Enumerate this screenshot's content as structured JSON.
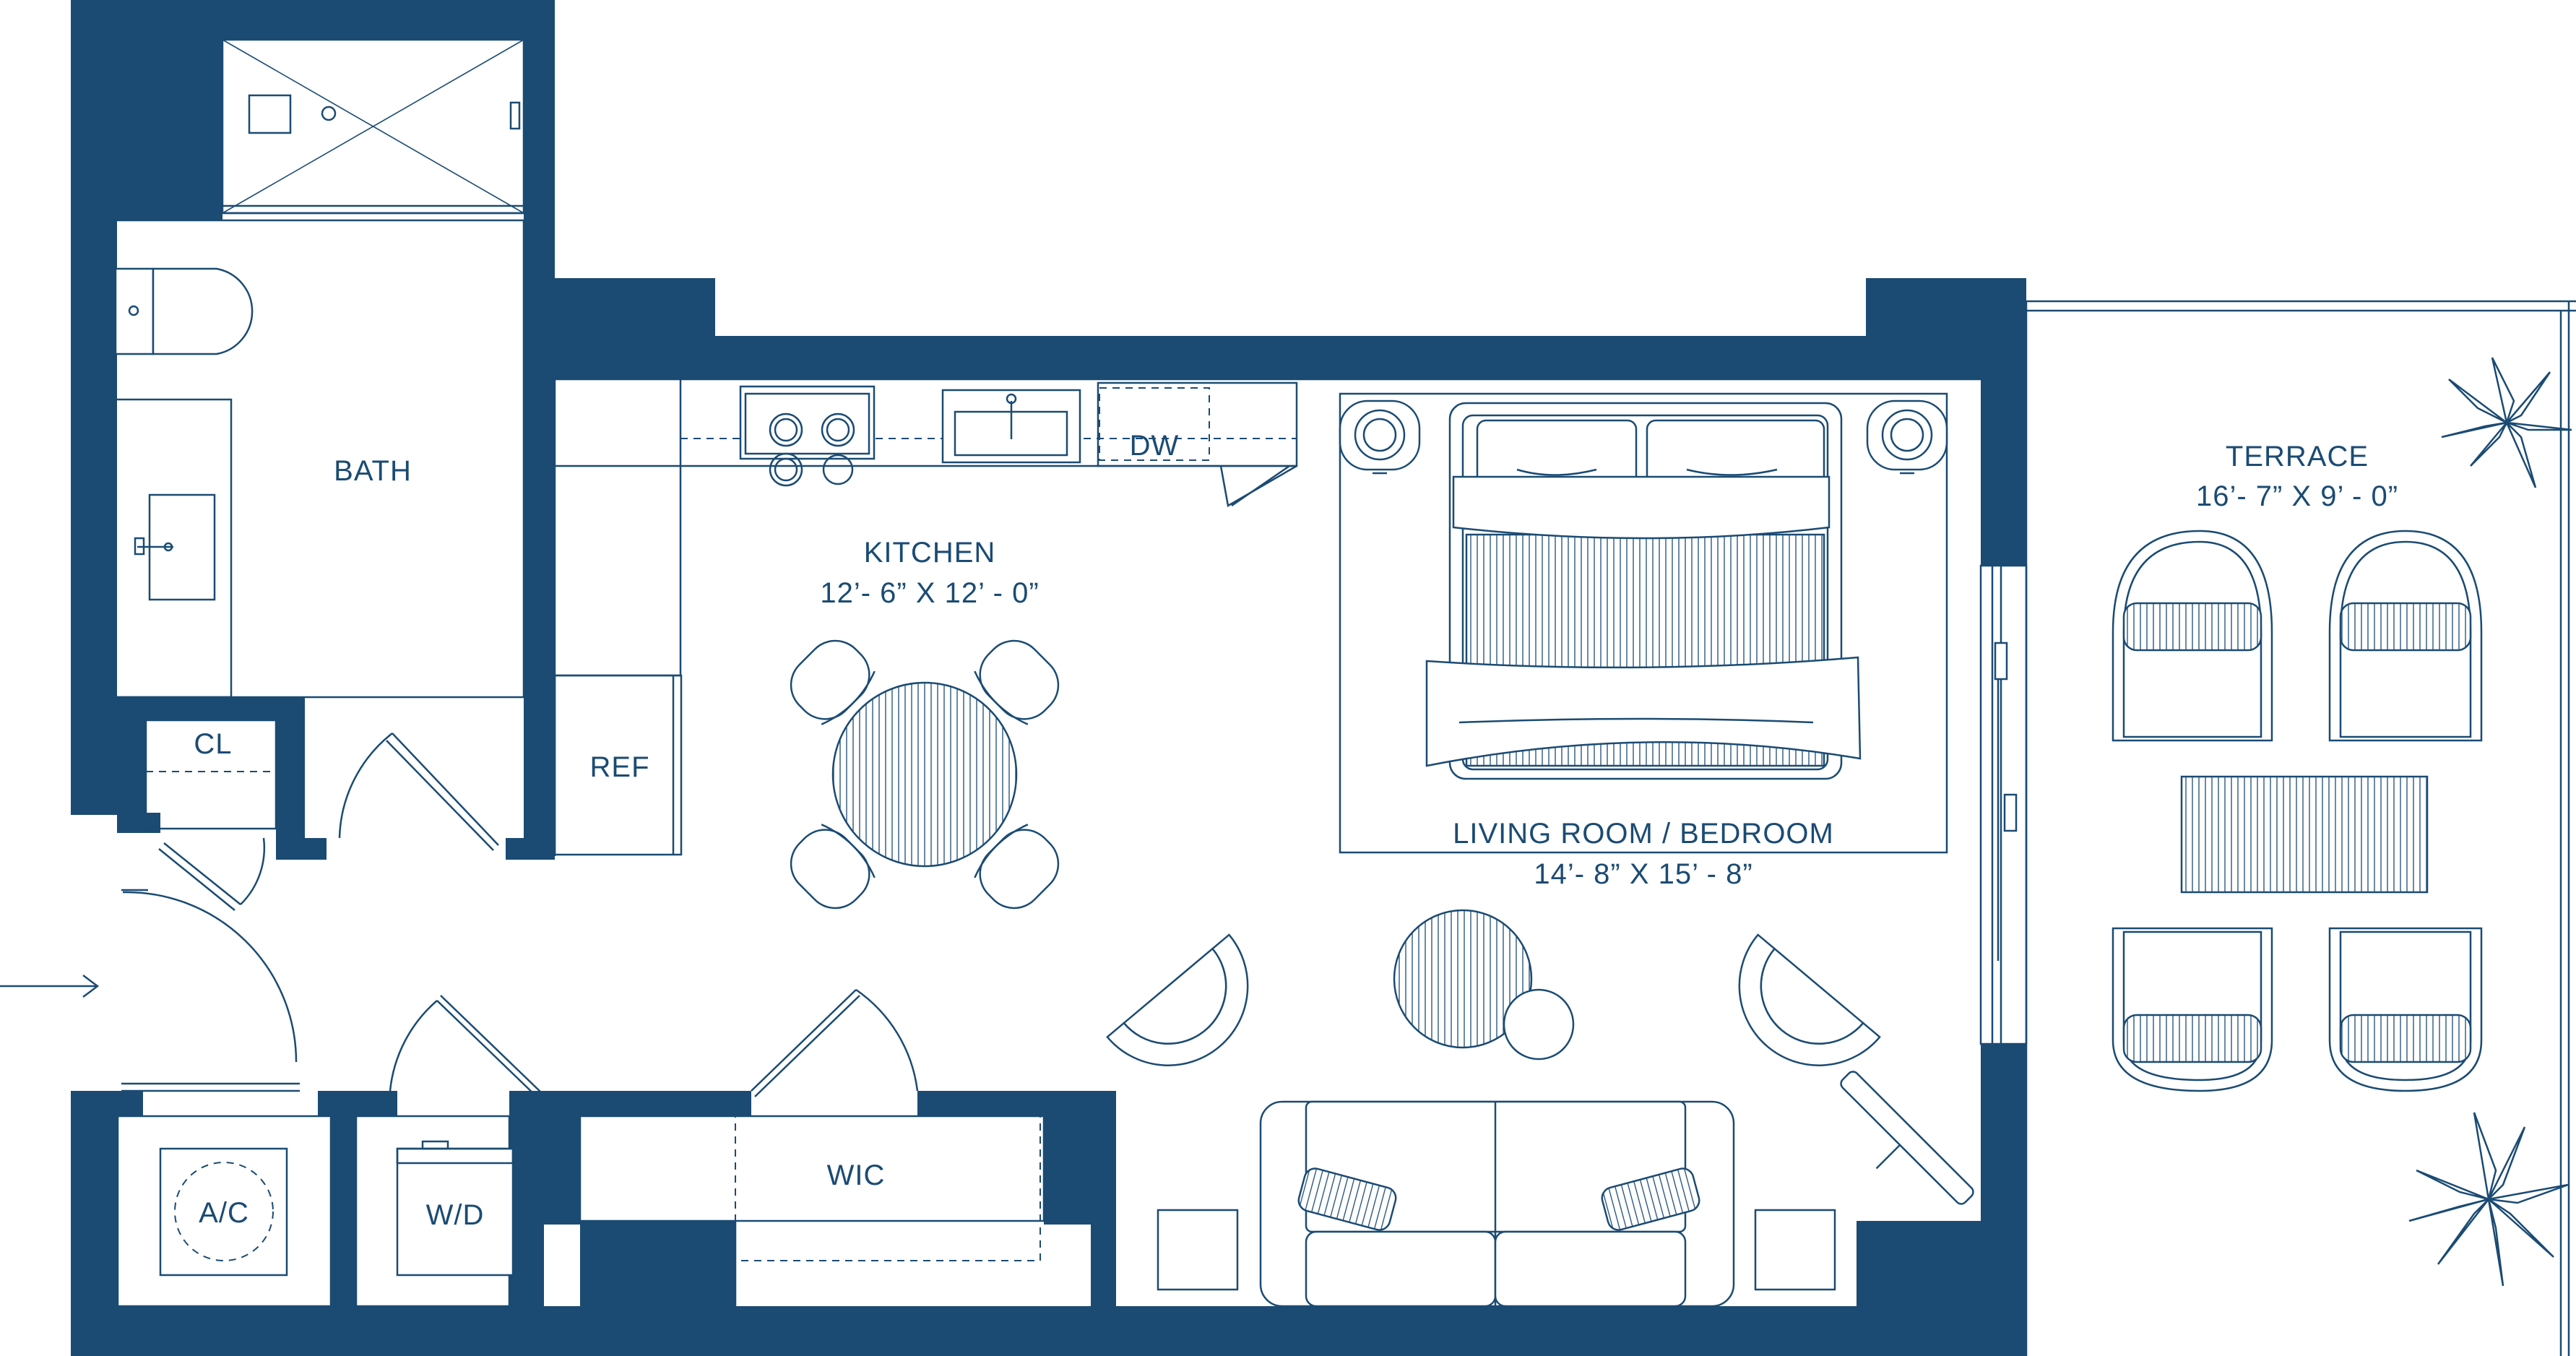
{
  "rooms": {
    "bath": {
      "name": "BATH"
    },
    "kitchen": {
      "name": "KITCHEN",
      "dims": "12’- 6” X 12’ - 0”"
    },
    "living": {
      "name": "LIVING ROOM / BEDROOM",
      "dims": "14’- 8” X 15’ - 8”"
    },
    "terrace": {
      "name": "TERRACE",
      "dims": "16’- 7” X 9’ - 0”"
    },
    "closet": {
      "name": "CL"
    },
    "wic": {
      "name": "WIC"
    }
  },
  "appliances": {
    "dishwasher": "DW",
    "refrigerator": "REF",
    "ac": "A/C",
    "washer_dryer": "W/D"
  },
  "colors": {
    "wall": "#1b4b73",
    "background": "#ffffff"
  }
}
